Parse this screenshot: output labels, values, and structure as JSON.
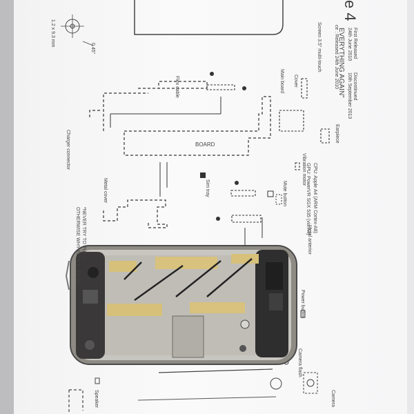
{
  "sheet": {
    "title_fragment": "e 4",
    "tagline": "EVERYTHING AGAIN\"",
    "release_label": "First Released",
    "release_value": "24th June 2010",
    "release_line2": "ce : Released 24th June 2010",
    "discontinued_label": "Discontinued",
    "discontinued_value": "10th September 2013",
    "screen": "Screen 3.5\" multi-touch",
    "cpu": "CPU:  Apple A4 (ARM Cortex-A8)",
    "gpu": "GPU:  PowerVR SGX 535 (via A4)",
    "dims_fragment": "1.2 x 9.3 mm",
    "angle_fragment": "0.45\""
  },
  "labels": {
    "cover": "Cover",
    "main_board": "Main board",
    "flex_cable": "Flex cable",
    "board": "BOARD",
    "earpiece": "Earpiece",
    "vibration_motor": "Vibration motor",
    "mute_button": "Mute button",
    "sim_tray": "Sim tray",
    "metal_cover": "Metal cover",
    "metal_anterior": "Metal anterior",
    "power_button": "Power button",
    "camera_flash": "Camera flash",
    "camera": "Camera",
    "speaker": "Speaker",
    "charger_connector": "Charger connector",
    "warning": "*NEVER TRY TO PUT T...",
    "warning_line2": "OTHERWISE WHY ELSE EVEN BE..."
  },
  "colors": {
    "paper": "#f5f5f6",
    "line": "#333333",
    "metal": "#c2c0ba",
    "frame": "#2a2a2a",
    "gold": "#d6c07a"
  }
}
